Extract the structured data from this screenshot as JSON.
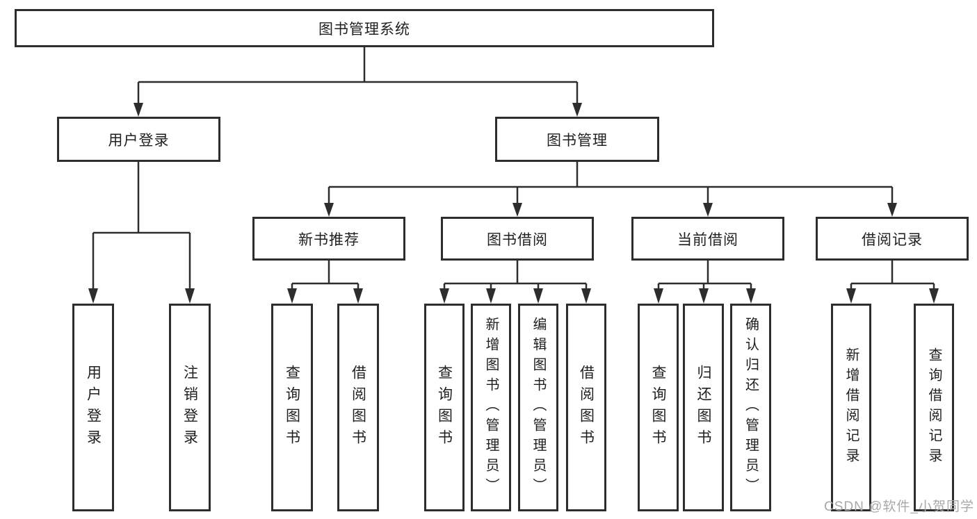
{
  "diagram": {
    "type": "tree",
    "title": "图书管理系统",
    "colors": {
      "line": "#2d2d2d",
      "box_border": "#2d2d2d",
      "text": "#1f1f1f",
      "watermark": "#a8a8a8",
      "background": "#ffffff"
    },
    "watermark": "CSDN @软件_小贺同学",
    "nodes": {
      "root": "图书管理系统",
      "user_login": "用户登录",
      "book_mgmt": "图书管理",
      "new_book_rec": "新书推荐",
      "book_borrow": "图书借阅",
      "current_borrow": "当前借阅",
      "borrow_record": "借阅记录",
      "ul_user_login": "用户登录",
      "ul_logout": "注销登录",
      "nb_query_book": "查询图书",
      "nb_borrow_book": "借阅图书",
      "bb_query_book": "查询图书",
      "bb_add_book": "新增图书（管理员）",
      "bb_edit_book": "编辑图书（管理员）",
      "bb_borrow_book": "借阅图书",
      "cb_query_book": "查询图书",
      "cb_return_book": "归还图书",
      "cb_confirm_return": "确认归还（管理员）",
      "br_add_record": "新增借阅记录",
      "br_query_record": "查询借阅记录"
    },
    "structure": [
      {
        "parent": "图书管理系统",
        "children": [
          "用户登录",
          "图书管理"
        ]
      },
      {
        "parent": "用户登录",
        "children": [
          "用户登录",
          "注销登录"
        ]
      },
      {
        "parent": "图书管理",
        "children": [
          "新书推荐",
          "图书借阅",
          "当前借阅",
          "借阅记录"
        ]
      },
      {
        "parent": "新书推荐",
        "children": [
          "查询图书",
          "借阅图书"
        ]
      },
      {
        "parent": "图书借阅",
        "children": [
          "查询图书",
          "新增图书（管理员）",
          "编辑图书（管理员）",
          "借阅图书"
        ]
      },
      {
        "parent": "当前借阅",
        "children": [
          "查询图书",
          "归还图书",
          "确认归还（管理员）"
        ]
      },
      {
        "parent": "借阅记录",
        "children": [
          "新增借阅记录",
          "查询借阅记录"
        ]
      }
    ]
  }
}
